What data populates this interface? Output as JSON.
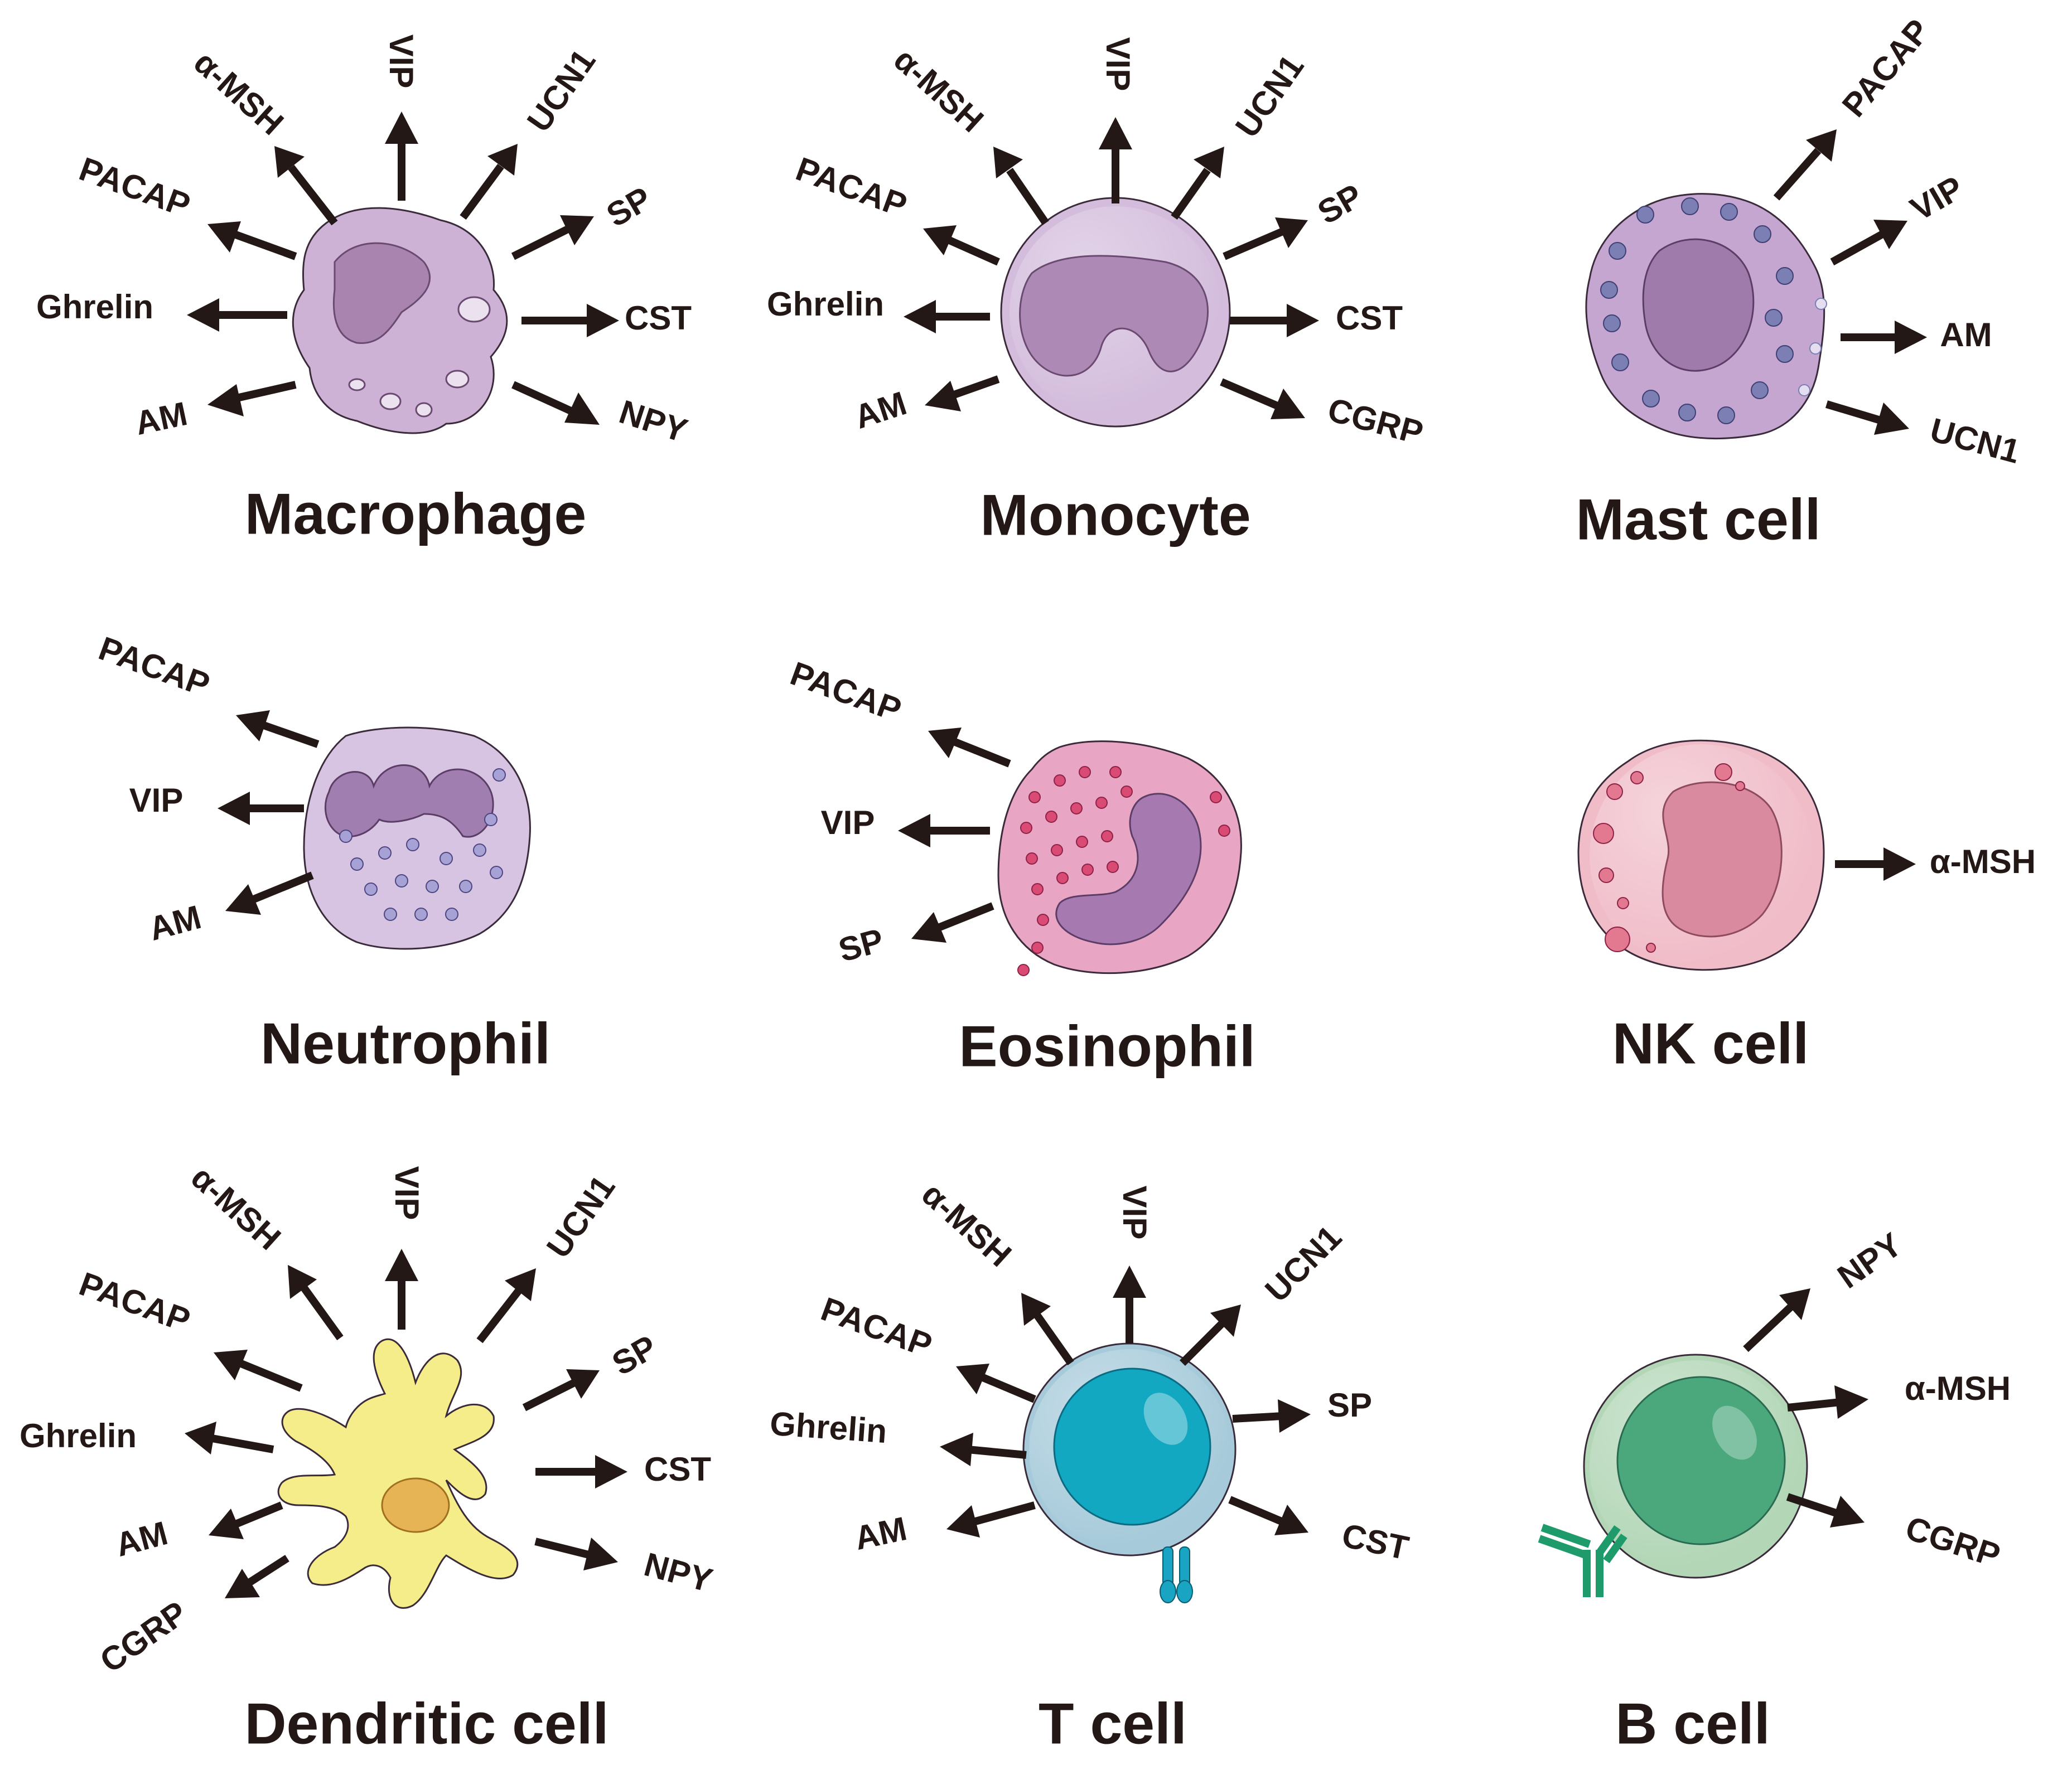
{
  "colors": {
    "ink": "#231815",
    "macrophage_body": "#cdb2d6",
    "macrophage_nucleus": "#a884ae",
    "monocyte_body": "#d3bcdc",
    "mast_body": "#c4a6d0",
    "mast_granule": "#7b7fb3",
    "neutrophil_body": "#d7c4e2",
    "eosinophil_body": "#e8a6c4",
    "eosinophil_granule": "#d94a74",
    "nk_body": "#f0bcc8",
    "nk_nucleus": "#d98a9e",
    "dendritic_body": "#f5ec8a",
    "dendritic_nucleus": "#e6b455",
    "tcell_body": "#a6cada",
    "tcell_nucleus": "#12a8c2",
    "bcell_body": "#b2d6b6",
    "bcell_nucleus": "#4aa87c",
    "antibody": "#1f9a6a",
    "receptor": "#1aa4c4"
  },
  "cells": [
    {
      "id": "macrophage",
      "caption": "Macrophage",
      "labels": [
        "α-MSH",
        "VIP",
        "UCN1",
        "PACAP",
        "SP",
        "Ghrelin",
        "CST",
        "AM",
        "NPY"
      ]
    },
    {
      "id": "monocyte",
      "caption": "Monocyte",
      "labels": [
        "α-MSH",
        "VIP",
        "UCN1",
        "PACAP",
        "SP",
        "Ghrelin",
        "CST",
        "AM",
        "CGRP"
      ]
    },
    {
      "id": "mast-cell",
      "caption": "Mast cell",
      "labels": [
        "PACAP",
        "VIP",
        "AM",
        "UCN1"
      ]
    },
    {
      "id": "neutrophil",
      "caption": "Neutrophil",
      "labels": [
        "PACAP",
        "VIP",
        "AM"
      ]
    },
    {
      "id": "eosinophil",
      "caption": "Eosinophil",
      "labels": [
        "PACAP",
        "VIP",
        "SP"
      ]
    },
    {
      "id": "nk-cell",
      "caption": "NK cell",
      "labels": [
        "α-MSH"
      ]
    },
    {
      "id": "dendritic-cell",
      "caption": "Dendritic cell",
      "labels": [
        "α-MSH",
        "VIP",
        "UCN1",
        "PACAP",
        "SP",
        "Ghrelin",
        "CST",
        "AM",
        "NPY",
        "CGRP"
      ]
    },
    {
      "id": "t-cell",
      "caption": "T cell",
      "labels": [
        "α-MSH",
        "VIP",
        "UCN1",
        "PACAP",
        "SP",
        "Ghrelin",
        "CST",
        "AM"
      ]
    },
    {
      "id": "b-cell",
      "caption": "B cell",
      "labels": [
        "NPY",
        "α-MSH",
        "CGRP"
      ]
    }
  ]
}
